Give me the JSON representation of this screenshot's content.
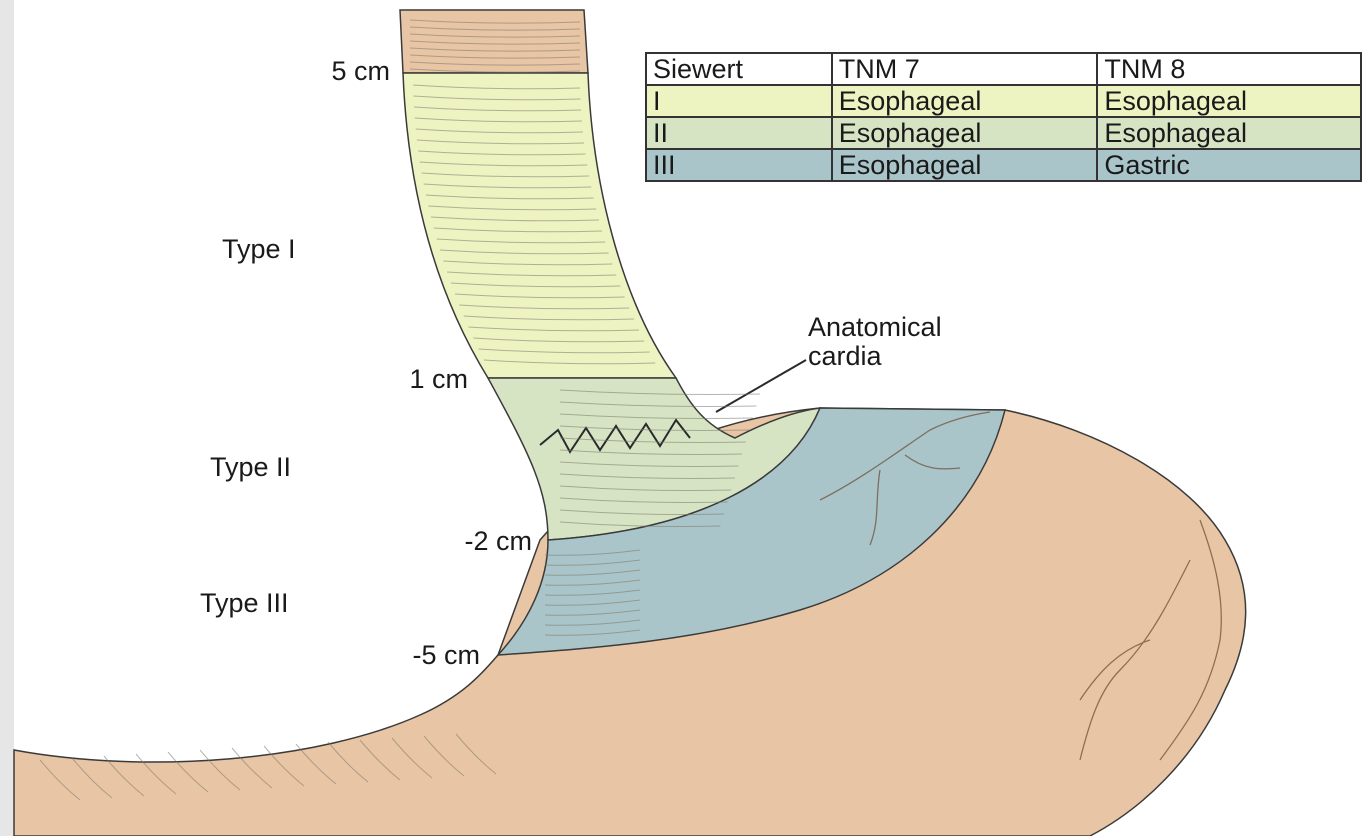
{
  "colors": {
    "stomach": "#e8c5a4",
    "esophagus_top": "#e8c5a4",
    "type1": "#eef3c2",
    "type2": "#d7e4c4",
    "type3": "#a9c5c9",
    "outline": "#3a3a3a",
    "vessel": "#6b4a33"
  },
  "labels": {
    "cm5": "5 cm",
    "type1": "Type I",
    "cm1": "1 cm",
    "type2": "Type II",
    "cm_minus2": "-2 cm",
    "type3": "Type III",
    "cm_minus5": "-5 cm"
  },
  "annotation": {
    "line1": "Anatomical",
    "line2": "cardia"
  },
  "table": {
    "headers": [
      "Siewert",
      "TNM 7",
      "TNM 8"
    ],
    "rows": [
      {
        "type": "I",
        "tnm7": "Esophageal",
        "tnm8": "Esophageal",
        "color": "#eef3c2"
      },
      {
        "type": "II",
        "tnm7": "Esophageal",
        "tnm8": "Esophageal",
        "color": "#d7e4c4"
      },
      {
        "type": "III",
        "tnm7": "Esophageal",
        "tnm8": "Gastric",
        "color": "#a9c5c9"
      }
    ]
  }
}
